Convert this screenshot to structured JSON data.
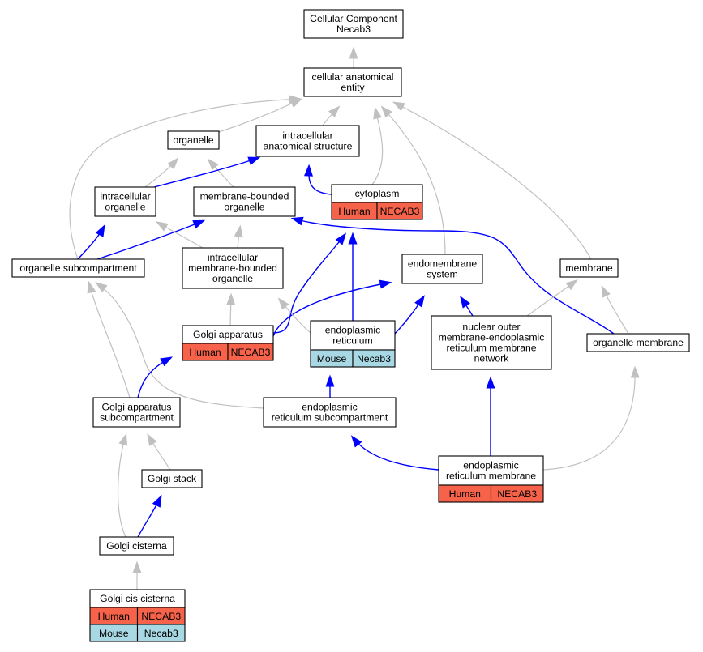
{
  "colors": {
    "human": "#f6634a",
    "mouse": "#a8d8e4",
    "is_a_edge": "#c0c0c0",
    "part_of_edge": "#0000ff"
  },
  "nodes": {
    "root": [
      "Cellular Component",
      "Necab3"
    ],
    "cae": [
      "cellular anatomical",
      "entity"
    ],
    "organelle": [
      "organelle"
    ],
    "ias": [
      "intracellular",
      "anatomical structure"
    ],
    "io": [
      "intracellular",
      "organelle"
    ],
    "mbo": [
      "membrane-bounded",
      "organelle"
    ],
    "cytoplasm": [
      "cytoplasm"
    ],
    "osc": [
      "organelle subcompartment"
    ],
    "imbo": [
      "intracellular",
      "membrane-bounded",
      "organelle"
    ],
    "endo": [
      "endomembrane",
      "system"
    ],
    "membrane": [
      "membrane"
    ],
    "golgi": [
      "Golgi apparatus"
    ],
    "er": [
      "endoplasmic",
      "reticulum"
    ],
    "nuclear": [
      "nuclear outer",
      "membrane-endoplasmic",
      "reticulum membrane",
      "network"
    ],
    "orgmem": [
      "organelle membrane"
    ],
    "gasc": [
      "Golgi apparatus",
      "subcompartment"
    ],
    "ersc": [
      "endoplasmic",
      "reticulum subcompartment"
    ],
    "gstack": [
      "Golgi stack"
    ],
    "erm": [
      "endoplasmic",
      "reticulum membrane"
    ],
    "gcist": [
      "Golgi cisterna"
    ],
    "gcis": [
      "Golgi cis cisterna"
    ]
  },
  "annotations": {
    "cytoplasm": [
      [
        "Human",
        "NECAB3"
      ]
    ],
    "golgi": [
      [
        "Human",
        "NECAB3"
      ]
    ],
    "er": [
      [
        "Mouse",
        "Necab3"
      ]
    ],
    "erm": [
      [
        "Human",
        "NECAB3"
      ]
    ],
    "gcis": [
      [
        "Human",
        "NECAB3"
      ],
      [
        "Mouse",
        "Necab3"
      ]
    ]
  },
  "edges": [
    {
      "from": "cae",
      "to": "root",
      "type": "is_a"
    },
    {
      "from": "organelle",
      "to": "cae",
      "type": "is_a"
    },
    {
      "from": "ias",
      "to": "cae",
      "type": "is_a"
    },
    {
      "from": "cytoplasm",
      "to": "cae",
      "type": "is_a"
    },
    {
      "from": "osc",
      "to": "cae",
      "type": "is_a"
    },
    {
      "from": "endo",
      "to": "cae",
      "type": "is_a"
    },
    {
      "from": "membrane",
      "to": "cae",
      "type": "is_a"
    },
    {
      "from": "io",
      "to": "organelle",
      "type": "is_a"
    },
    {
      "from": "mbo",
      "to": "organelle",
      "type": "is_a"
    },
    {
      "from": "io",
      "to": "ias",
      "type": "part_of"
    },
    {
      "from": "cytoplasm",
      "to": "ias",
      "type": "part_of"
    },
    {
      "from": "osc",
      "to": "io",
      "type": "part_of"
    },
    {
      "from": "osc",
      "to": "mbo",
      "type": "part_of"
    },
    {
      "from": "imbo",
      "to": "io",
      "type": "is_a"
    },
    {
      "from": "imbo",
      "to": "mbo",
      "type": "is_a"
    },
    {
      "from": "golgi",
      "to": "cytoplasm",
      "type": "part_of"
    },
    {
      "from": "er",
      "to": "cytoplasm",
      "type": "part_of"
    },
    {
      "from": "orgmem",
      "to": "mbo",
      "type": "part_of"
    },
    {
      "from": "golgi",
      "to": "endo",
      "type": "part_of"
    },
    {
      "from": "er",
      "to": "endo",
      "type": "part_of"
    },
    {
      "from": "nuclear",
      "to": "endo",
      "type": "part_of"
    },
    {
      "from": "golgi",
      "to": "imbo",
      "type": "is_a"
    },
    {
      "from": "er",
      "to": "imbo",
      "type": "is_a"
    },
    {
      "from": "nuclear",
      "to": "membrane",
      "type": "is_a"
    },
    {
      "from": "orgmem",
      "to": "membrane",
      "type": "is_a"
    },
    {
      "from": "gasc",
      "to": "osc",
      "type": "is_a"
    },
    {
      "from": "ersc",
      "to": "osc",
      "type": "is_a"
    },
    {
      "from": "gasc",
      "to": "golgi",
      "type": "part_of"
    },
    {
      "from": "ersc",
      "to": "er",
      "type": "part_of"
    },
    {
      "from": "gstack",
      "to": "gasc",
      "type": "is_a"
    },
    {
      "from": "gcist",
      "to": "gasc",
      "type": "is_a"
    },
    {
      "from": "gcist",
      "to": "gstack",
      "type": "part_of"
    },
    {
      "from": "erm",
      "to": "ersc",
      "type": "part_of"
    },
    {
      "from": "erm",
      "to": "nuclear",
      "type": "part_of"
    },
    {
      "from": "erm",
      "to": "orgmem",
      "type": "is_a"
    },
    {
      "from": "gcis",
      "to": "gcist",
      "type": "is_a"
    }
  ]
}
